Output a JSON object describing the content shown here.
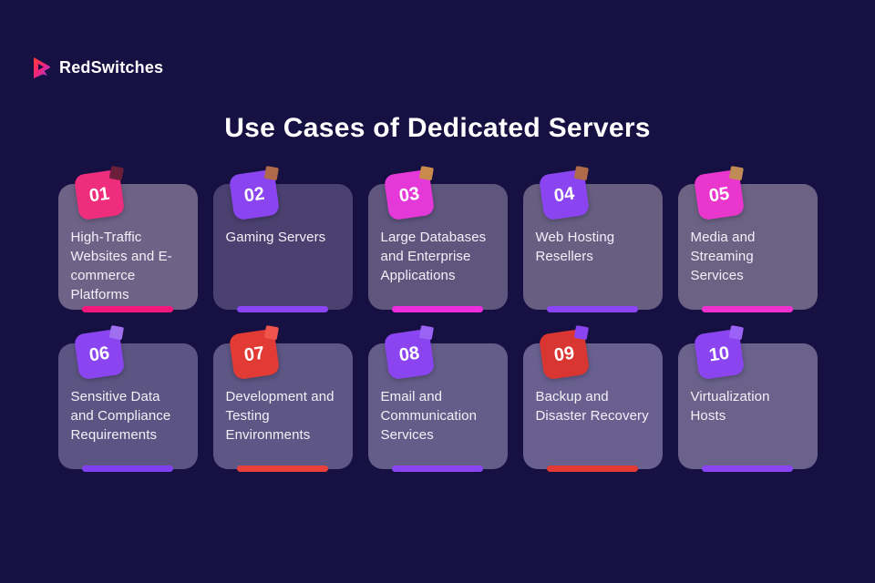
{
  "page": {
    "background_color": "#171043",
    "title": "Use Cases of Dedicated Servers"
  },
  "brand": {
    "name": "RedSwitches",
    "logo_icon": "redswitches-play-r-mark",
    "logo_gradient": [
      "#ff3b30",
      "#f2247f",
      "#8b3ef0"
    ]
  },
  "cards": [
    {
      "number": "01",
      "label": "High-Traffic Websites and E-commerce Platforms",
      "badge_color": "#ee2d7c",
      "underline_color": "#f5187e",
      "card_bg": "#6f6287",
      "fold_color": "#6b1f3a"
    },
    {
      "number": "02",
      "label": "Gaming Servers",
      "badge_color": "#8b45f0",
      "underline_color": "#8b45f5",
      "card_bg": "#4a4170",
      "fold_color": "#b06a4a"
    },
    {
      "number": "03",
      "label": "Large Databases and Enterprise Applications",
      "badge_color": "#e438d8",
      "underline_color": "#ee2ede",
      "card_bg": "#5f567e",
      "fold_color": "#c98a4b"
    },
    {
      "number": "04",
      "label": "Web Hosting Resellers",
      "badge_color": "#8b45f0",
      "underline_color": "#8b45f5",
      "card_bg": "#675e82",
      "fold_color": "#b06a4a"
    },
    {
      "number": "05",
      "label": "Media and Streaming Services",
      "badge_color": "#e936cd",
      "underline_color": "#f130cf",
      "card_bg": "#6c6384",
      "fold_color": "#c08b55"
    },
    {
      "number": "06",
      "label": "Sensitive Data and Compliance Requirements",
      "badge_color": "#8b45f0",
      "underline_color": "#7d3ff0",
      "card_bg": "#5c5583",
      "fold_color": "#a070f0"
    },
    {
      "number": "07",
      "label": "Development and Testing Environments",
      "badge_color": "#e23a34",
      "underline_color": "#e8403a",
      "card_bg": "#5e5685",
      "fold_color": "#f0554d"
    },
    {
      "number": "08",
      "label": "Email and Communication Services",
      "badge_color": "#8b45f0",
      "underline_color": "#8b45f5",
      "card_bg": "#655d89",
      "fold_color": "#9a63f5"
    },
    {
      "number": "09",
      "label": "Backup and Disaster Recovery",
      "badge_color": "#d93631",
      "underline_color": "#e23a34",
      "card_bg": "#696090",
      "fold_color": "#8b45f0"
    },
    {
      "number": "10",
      "label": "Virtualization Hosts",
      "badge_color": "#8b45f0",
      "underline_color": "#8b45f5",
      "card_bg": "#6a628b",
      "fold_color": "#9a63f5"
    }
  ]
}
